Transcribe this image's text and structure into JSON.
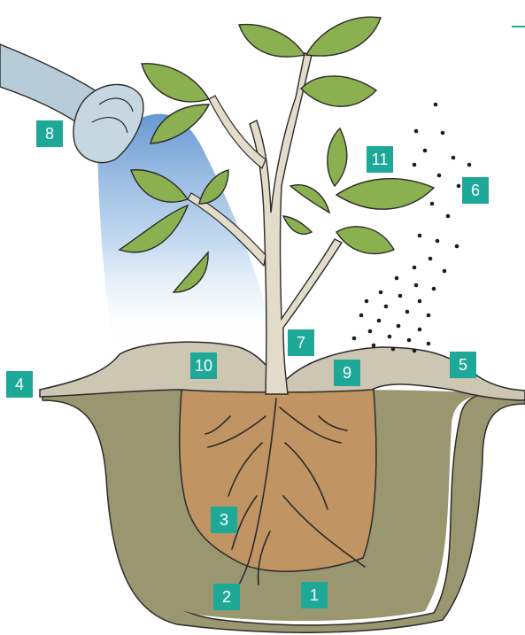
{
  "markers": {
    "m1": "1",
    "m2": "2",
    "m3": "3",
    "m4": "4",
    "m5": "5",
    "m6": "6",
    "m7": "7",
    "m8": "8",
    "m9": "9",
    "m10": "10",
    "m11": "11"
  },
  "colors": {
    "marker": "#1ea898",
    "outer_soil": "#9a9670",
    "backfill_soil": "#c09463",
    "mound": "#cdc6b3",
    "water": "#6f9fd4",
    "leaf": "#8bb04f",
    "stem": "#e3dccb",
    "hose": "#b7ccd8"
  }
}
